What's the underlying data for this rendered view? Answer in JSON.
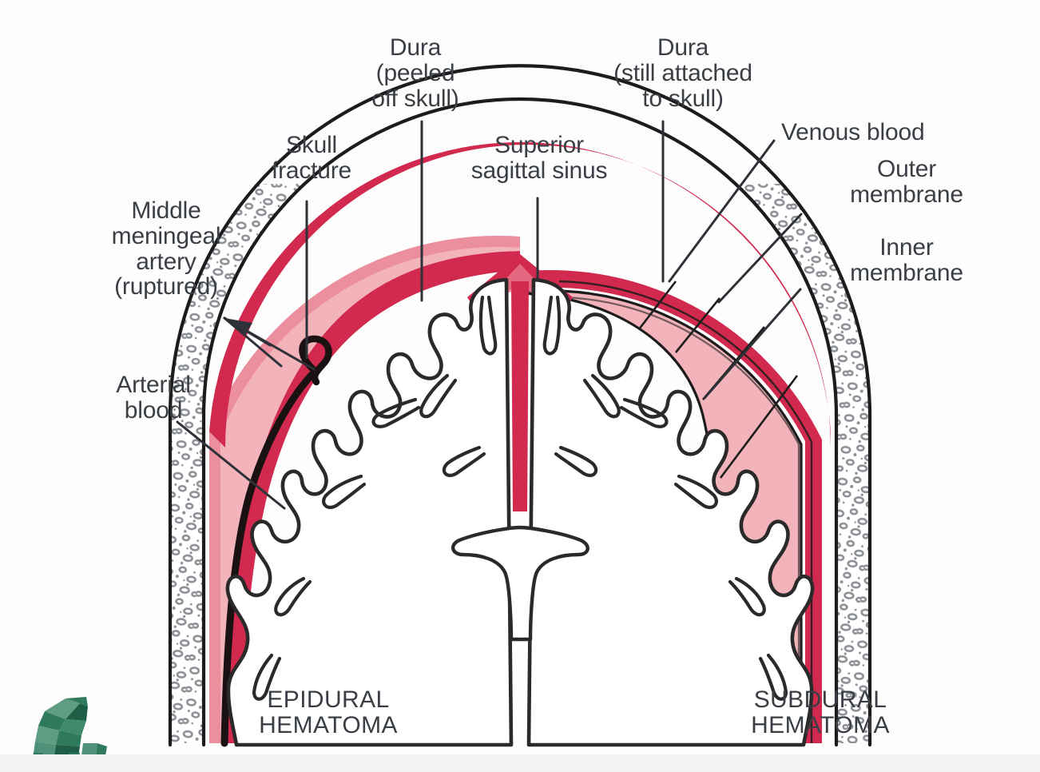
{
  "diagram": {
    "title": "Epidural and subdural hematoma cross-section",
    "labels": {
      "middle_meningeal_artery": "Middle\nmeningeal\nartery\n(ruptured)",
      "arterial_blood": "Arterial\nblood",
      "skull_fracture": "Skull\nfracture",
      "dura_peeled": "Dura\n(peeled\noff skull)",
      "superior_sagittal_sinus": "Superior\nsagittal sinus",
      "dura_attached": "Dura\n(still attached\nto skull)",
      "venous_blood": "Venous blood",
      "outer_membrane": "Outer\nmembrane",
      "inner_membrane": "Inner\nmembrane",
      "epidural_hematoma": "EPIDURAL\nHEMATOMA",
      "subdural_hematoma": "SUBDURAL\nHEMATOMA"
    },
    "colors": {
      "hematoma_fill": "#f2b4ba",
      "vessel_red": "#d22a4e",
      "vessel_red_dark": "#b21c3c",
      "skull_bone": "#ffffff",
      "bone_speckle": "#8d9096",
      "outline": "#1c1c1c",
      "label_text": "#3a3f45",
      "logo_green_dark": "#1f5e46",
      "logo_green_mid": "#2f7a5c",
      "logo_green_light": "#5f9d83",
      "background": "#fdfdfd"
    },
    "logo": {
      "name": "bear-logo",
      "shape": "low-poly bear silhouette"
    }
  }
}
